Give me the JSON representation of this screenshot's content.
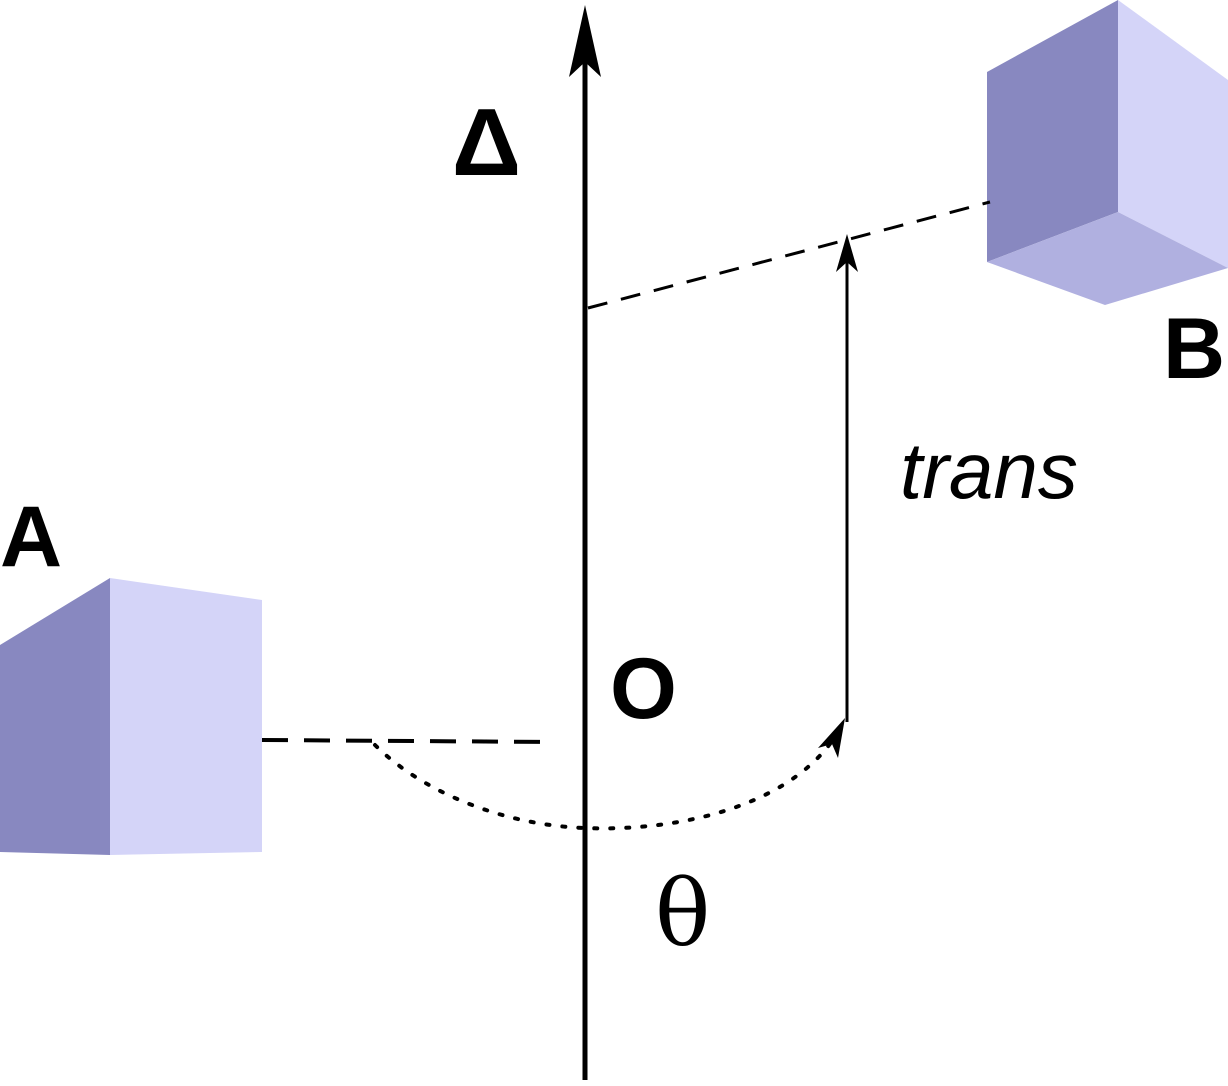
{
  "labels": {
    "axis": "Δ",
    "origin": "O",
    "cube_a": "A",
    "cube_b": "B",
    "translation": "trans",
    "angle": "θ"
  },
  "colors": {
    "background": "#ffffff",
    "ink": "#000000",
    "cube_dark": "#8888c0",
    "cube_light": "#d4d4f8",
    "cube_mid": "#b0b0e0"
  }
}
